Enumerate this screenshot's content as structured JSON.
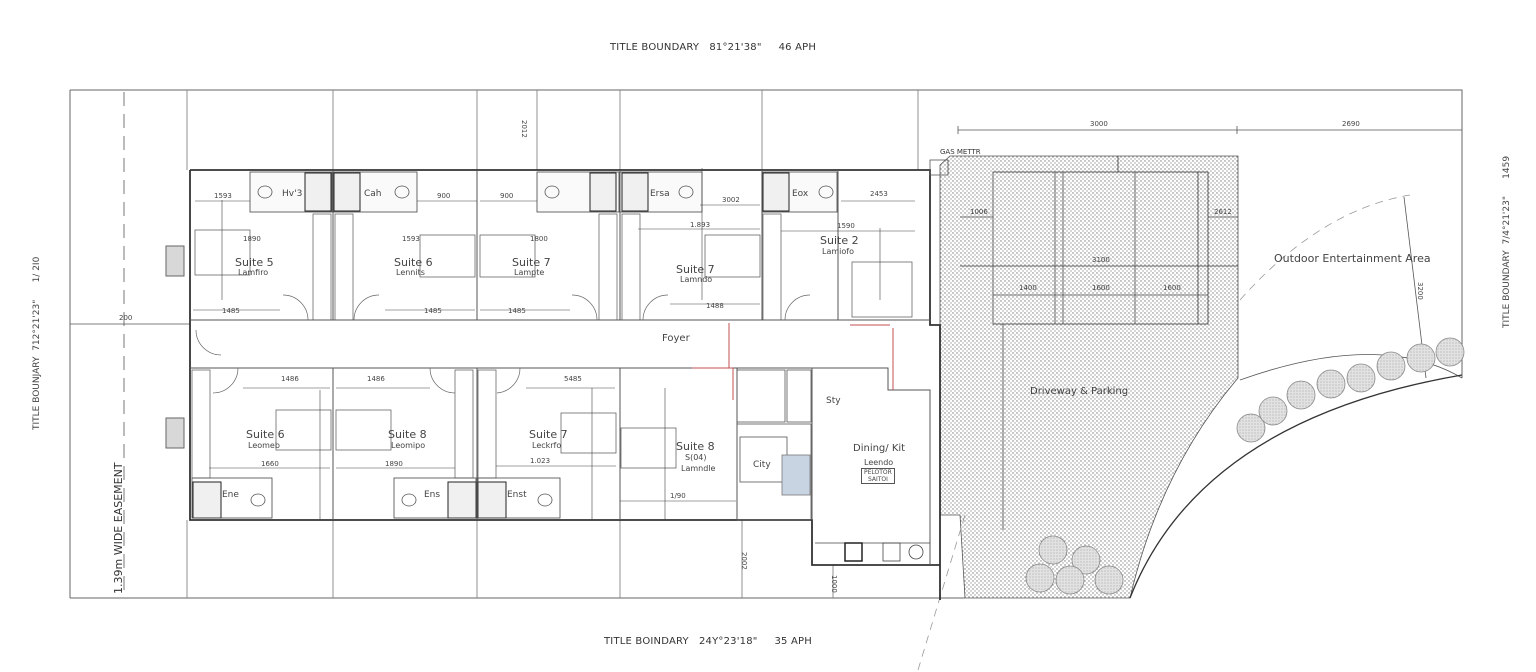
{
  "title_boundaries": {
    "top": {
      "label": "TITLE BOUNDARY",
      "bearing": "81°21'38\"",
      "distance": "46 APH"
    },
    "bottom": {
      "label": "TITLE BOINDARY",
      "bearing": "24Y°23'18\"",
      "distance": "35 APH"
    },
    "left": {
      "label": "TITLE BOUNJARY",
      "bearing": "712°21'23\"",
      "distance": "1/ 2I0"
    },
    "right": {
      "label": "TITLE BOUNDARY",
      "bearing": "7/4°21'23\"",
      "distance": "1459"
    }
  },
  "easement": {
    "label": "1.39m WIDE EASEMENT"
  },
  "gas_meter": {
    "label": "GAS METTR"
  },
  "areas": {
    "outdoor": "Outdoor Entertainment Area",
    "driveway": "Driveway & Parking",
    "foyer": "Foyer",
    "dining": {
      "name": "Dining/ Kit",
      "sub": "Leendo",
      "box": [
        "PELOTOR",
        "SAITOI"
      ]
    },
    "city": "City",
    "sty": "Sty"
  },
  "suites_top": [
    {
      "name": "Suite 5",
      "sub": "Lamfiro",
      "dim_w": "1890",
      "dim_top": "1593",
      "dim_bottom": "1485"
    },
    {
      "name": "Suite 6",
      "sub": "Lennits",
      "dim_w": "1593",
      "dim_top": "900",
      "dim_bottom": "1485"
    },
    {
      "name": "Suite 7",
      "sub": "Lampte",
      "dim_w": "1800",
      "dim_top": "900",
      "dim_bottom": "1485"
    },
    {
      "name": "Suite 7",
      "sub": "Lamndo",
      "dim_w": "1.893",
      "dim_top": "3002",
      "dim_bottom": "1488"
    },
    {
      "name": "Suite 2",
      "sub": "Lamiofo",
      "dim_w": "1590",
      "dim_top": "2453",
      "dim_bottom": ""
    }
  ],
  "suites_bottom": [
    {
      "name": "Suite 6",
      "sub": "Leomeb",
      "dim_w": "1660",
      "dim_top": "1486"
    },
    {
      "name": "Suite 8",
      "sub": "Leomipo",
      "dim_w": "1890",
      "dim_top": "1486"
    },
    {
      "name": "Suite 7",
      "sub": "Leckrfo",
      "dim_w": "1.023",
      "dim_top": "5485"
    },
    {
      "name": "Suite 8",
      "sub": "Lamndle",
      "code": "S(04)",
      "dim_w": "1/90"
    }
  ],
  "ensuites_top": [
    "Hv'3",
    "Cah",
    "Ersa",
    "Eox"
  ],
  "ensuites_bottom": [
    "Ene",
    "Ens",
    "Enst"
  ],
  "dimensions": {
    "setback_left": "200",
    "top_gap": "2012",
    "driveway_top_left": "3000",
    "driveway_top_right": "2690",
    "driveway_inner": [
      "1400",
      "1600",
      "1600"
    ],
    "driveway_side_left": "1006",
    "driveway_side_right": "2612",
    "driveway_mid": "3100",
    "garden_radius": "3200",
    "bottom_gap_1": "2002",
    "bottom_gap_2": "1000"
  }
}
